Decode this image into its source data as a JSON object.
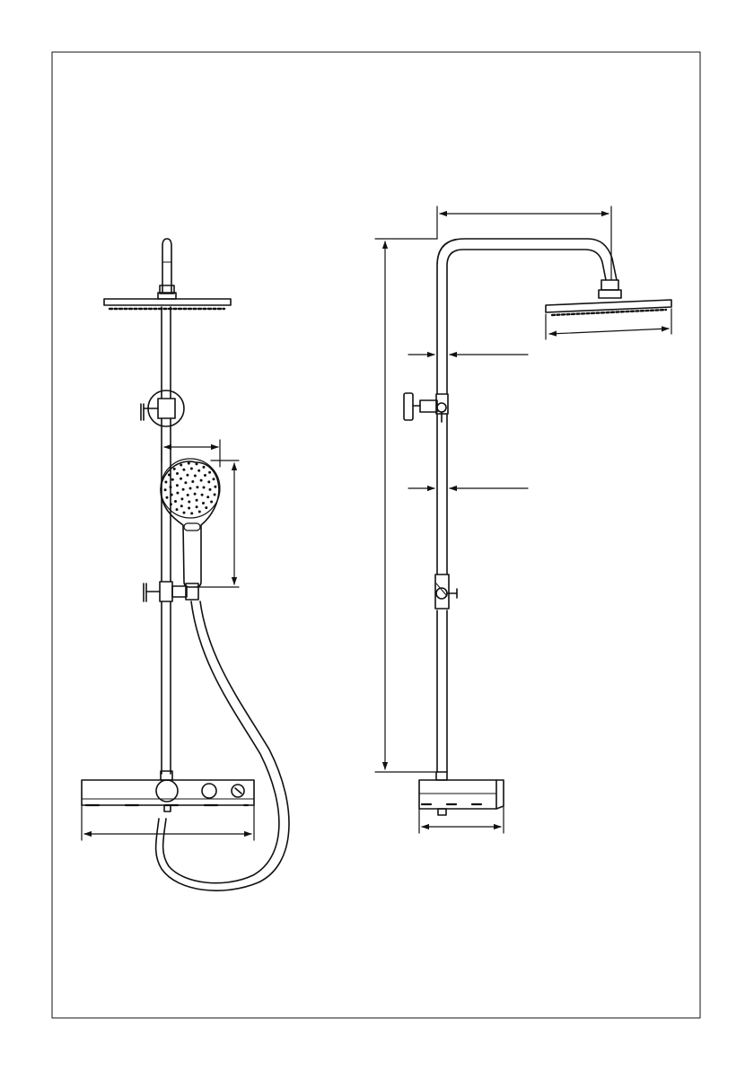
{
  "diagram": {
    "kind": "technical-line-drawing",
    "labels_printed": false,
    "colors": {
      "line": "#111111",
      "background": "#ffffff"
    },
    "views": [
      {
        "name": "front-view",
        "parts": [
          "rain-shower-head",
          "riser-pipe",
          "wall-bracket",
          "hand-shower",
          "hand-shower-holder",
          "shower-hose",
          "thermostatic-mixer"
        ]
      },
      {
        "name": "side-view",
        "parts": [
          "shower-arm",
          "rain-shower-head",
          "wall-bracket",
          "slider",
          "thermostatic-mixer"
        ]
      }
    ]
  }
}
